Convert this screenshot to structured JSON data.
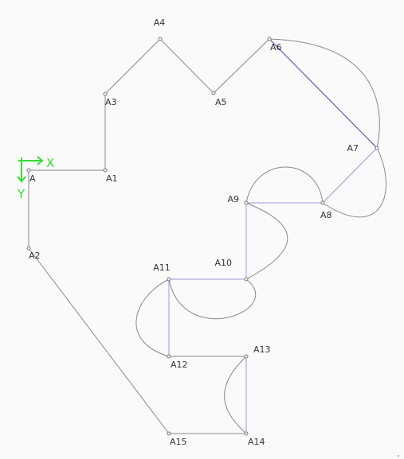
{
  "colors": {
    "background": "#fafafa",
    "edge_gray": "#888888",
    "edge_blue": "#4444aa",
    "edge_light_blue": "#9999dd",
    "axis_green": "#33dd33"
  },
  "axes": {
    "x_label": "X",
    "y_label": "Y"
  },
  "points": [
    {
      "id": "A",
      "label": "A"
    },
    {
      "id": "A1",
      "label": "A1"
    },
    {
      "id": "A2",
      "label": "A2"
    },
    {
      "id": "A3",
      "label": "A3"
    },
    {
      "id": "A4",
      "label": "A4"
    },
    {
      "id": "A5",
      "label": "A5"
    },
    {
      "id": "A6",
      "label": "A6"
    },
    {
      "id": "A7",
      "label": "A7"
    },
    {
      "id": "A8",
      "label": "A8"
    },
    {
      "id": "A9",
      "label": "A9"
    },
    {
      "id": "A10",
      "label": "A10"
    },
    {
      "id": "A11",
      "label": "A11"
    },
    {
      "id": "A12",
      "label": "A12"
    },
    {
      "id": "A13",
      "label": "A13"
    },
    {
      "id": "A14",
      "label": "A14"
    },
    {
      "id": "A15",
      "label": "A15"
    }
  ],
  "edges": [
    {
      "from": "A",
      "to": "A1",
      "kind": "line",
      "color": "gray"
    },
    {
      "from": "A1",
      "to": "A3",
      "kind": "line",
      "color": "gray"
    },
    {
      "from": "A3",
      "to": "A4",
      "kind": "line",
      "color": "gray"
    },
    {
      "from": "A4",
      "to": "A5",
      "kind": "line",
      "color": "gray"
    },
    {
      "from": "A5",
      "to": "A6",
      "kind": "line",
      "color": "gray"
    },
    {
      "from": "A6",
      "to": "A7",
      "kind": "line",
      "color": "blue"
    },
    {
      "from": "A6",
      "to": "A7",
      "kind": "arc",
      "color": "gray"
    },
    {
      "from": "A7",
      "to": "A8",
      "kind": "line",
      "color": "light_blue"
    },
    {
      "from": "A7",
      "to": "A8",
      "kind": "arc",
      "color": "gray"
    },
    {
      "from": "A8",
      "to": "A9",
      "kind": "line",
      "color": "light_blue"
    },
    {
      "from": "A8",
      "to": "A9",
      "kind": "arc",
      "color": "gray"
    },
    {
      "from": "A9",
      "to": "A10",
      "kind": "line",
      "color": "light_blue"
    },
    {
      "from": "A9",
      "to": "A10",
      "kind": "arc",
      "color": "gray"
    },
    {
      "from": "A10",
      "to": "A11",
      "kind": "line",
      "color": "light_blue"
    },
    {
      "from": "A10",
      "to": "A11",
      "kind": "arc",
      "color": "gray"
    },
    {
      "from": "A11",
      "to": "A12",
      "kind": "line",
      "color": "light_blue"
    },
    {
      "from": "A11",
      "to": "A12",
      "kind": "arc",
      "color": "gray"
    },
    {
      "from": "A12",
      "to": "A13",
      "kind": "line",
      "color": "gray"
    },
    {
      "from": "A13",
      "to": "A14",
      "kind": "line",
      "color": "light_blue"
    },
    {
      "from": "A13",
      "to": "A14",
      "kind": "arc",
      "color": "gray"
    },
    {
      "from": "A14",
      "to": "A15",
      "kind": "line",
      "color": "gray"
    },
    {
      "from": "A15",
      "to": "A2",
      "kind": "line",
      "color": "gray"
    },
    {
      "from": "A2",
      "to": "A",
      "kind": "line",
      "color": "gray"
    }
  ]
}
